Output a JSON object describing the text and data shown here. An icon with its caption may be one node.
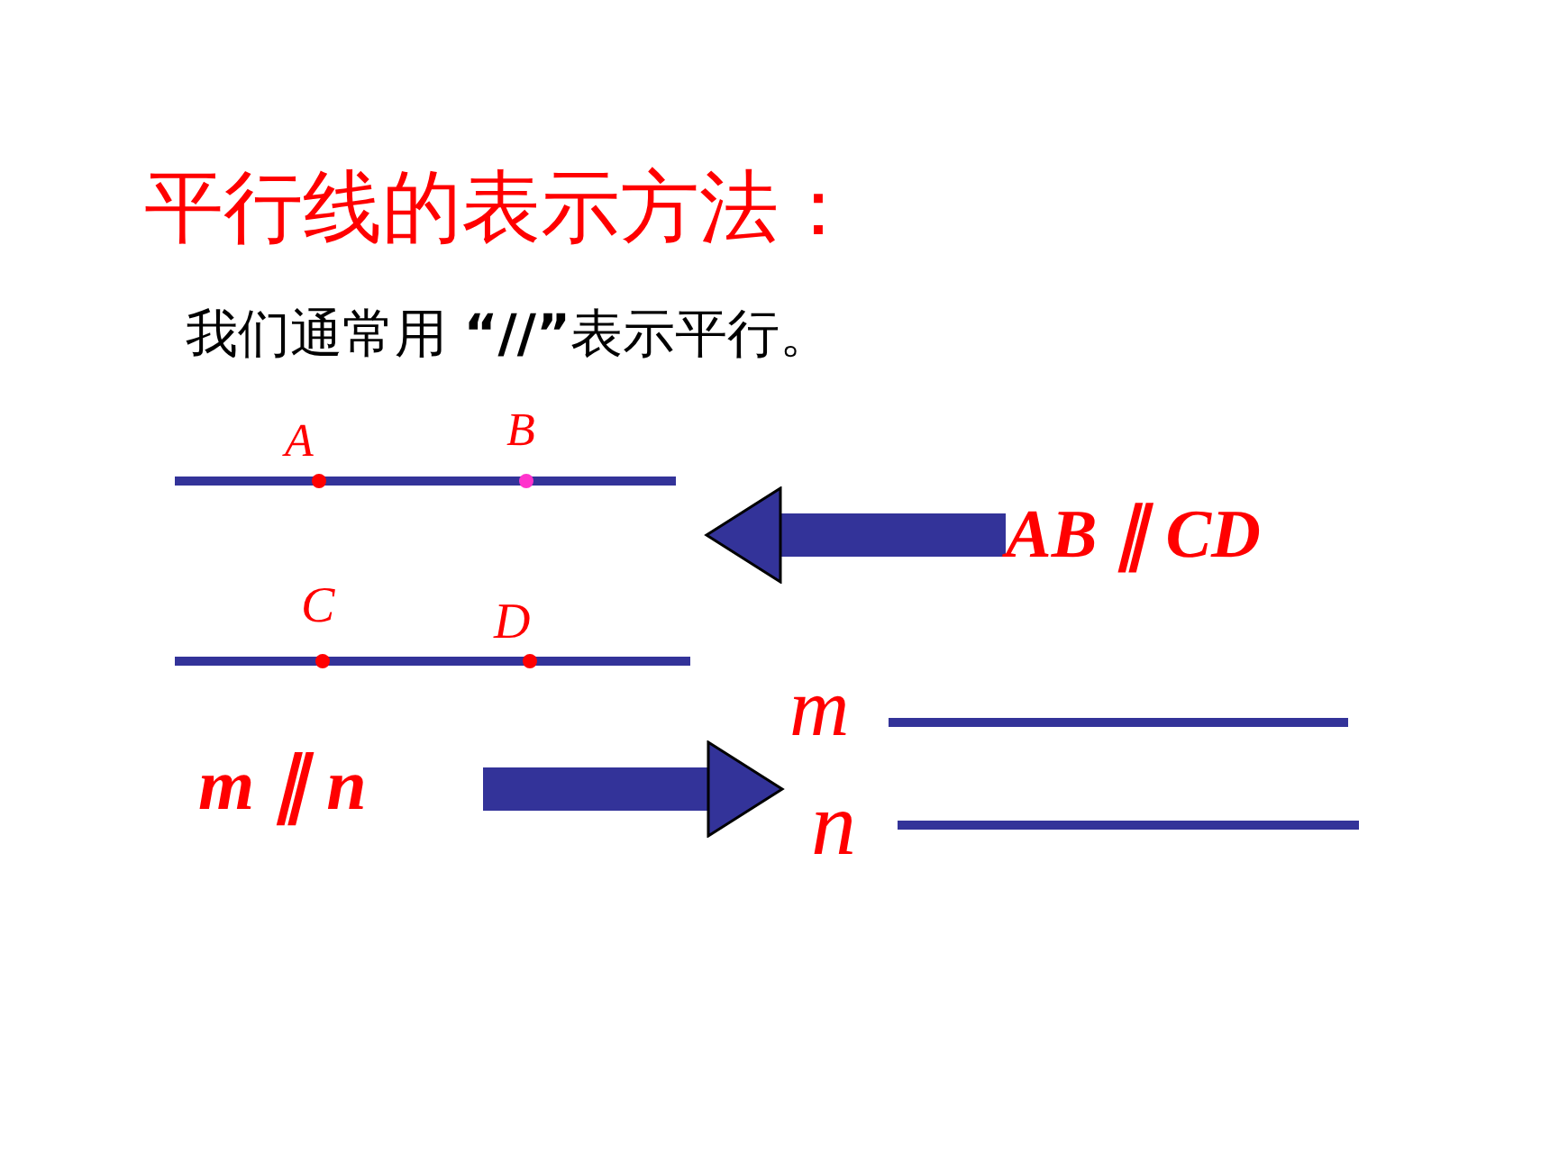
{
  "diagram": {
    "title": "平行线的表示方法：",
    "nodes": [
      {
        "text": [
          "AB ∥ CD"
        ]
      },
      {
        "text": [
          "A",
          "B",
          "C",
          "D"
        ]
      },
      {
        "text": [
          "m ∥ n"
        ]
      },
      {
        "text": [
          "m",
          "n"
        ]
      }
    ],
    "edges": [
      {
        "from": 0,
        "to": 1,
        "arrow": "to"
      },
      {
        "from": 2,
        "to": 3,
        "arrow": "to"
      }
    ],
    "labels": [
      "我们通常用 **“//”**表示平行。"
    ]
  }
}
